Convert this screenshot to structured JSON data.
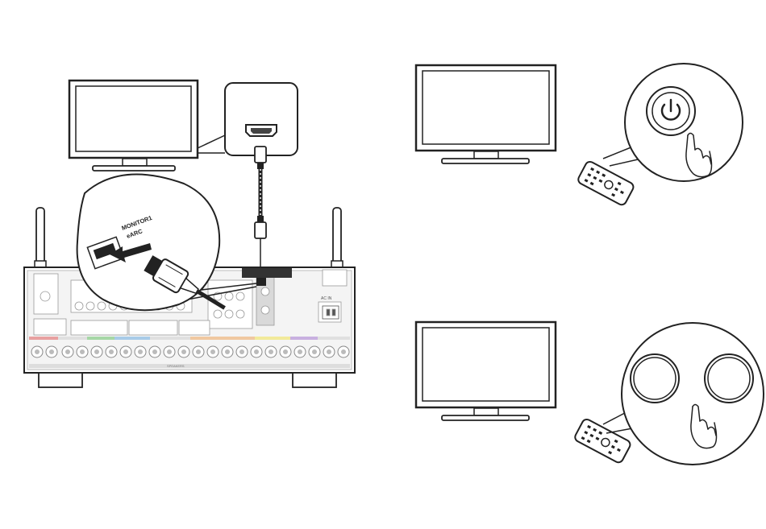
{
  "connection_panel": {
    "port_label_line1": "MONITOR1",
    "port_label_line2": "eARC"
  },
  "receiver": {
    "ac_in_label": "AC IN",
    "speakers_label": "SPEAKERS"
  },
  "icons": {
    "power": "power-icon",
    "hand": "pointing-hand-icon",
    "remote": "remote-control-icon",
    "hdmi": "hdmi-port-icon"
  },
  "colors": {
    "line": "#222222",
    "panel": "#f2f2f2",
    "speaker_terminal_strip": [
      "#e8a0a0",
      "#e0e0e0",
      "#a6d7a6",
      "#a8cbe8",
      "#f0c8a0",
      "#f2ea9a",
      "#c8b0e0"
    ]
  }
}
